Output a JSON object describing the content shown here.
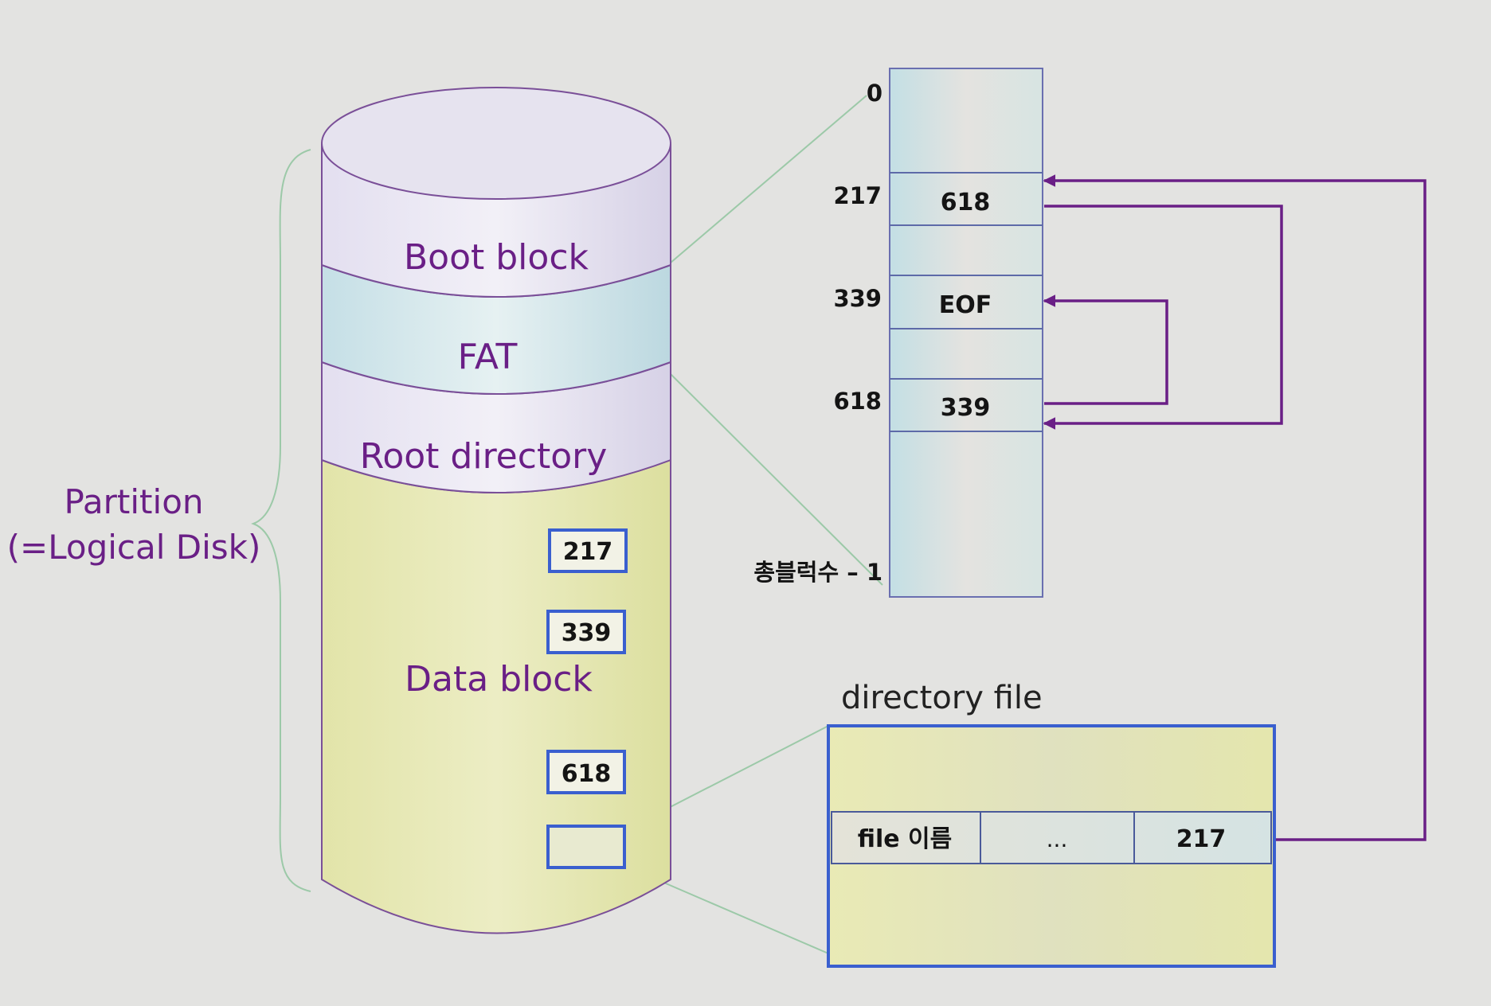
{
  "partition": {
    "label_line1": "Partition",
    "label_line2": "(=Logical Disk)"
  },
  "disk": {
    "sections": {
      "boot": "Boot block",
      "fat": "FAT",
      "root": "Root directory",
      "data": "Data block"
    },
    "data_blocks": [
      "217",
      "339",
      "618",
      ""
    ]
  },
  "fat_table": {
    "index_labels": [
      "0",
      "217",
      "339",
      "618",
      "총블럭수 – 1"
    ],
    "entries": [
      "618",
      "EOF",
      "339"
    ]
  },
  "directory_file": {
    "title": "directory file",
    "row": {
      "name": "file 이름",
      "ellipsis": "...",
      "start_block": "217"
    }
  },
  "colors": {
    "background": "#e3e3e1",
    "arrow": "#6a1f86",
    "leader": "#9cc9a8",
    "data_fill": "#e4e6b0",
    "fat_fill": "#cfe4e8",
    "box_border": "#3a5fcf"
  }
}
